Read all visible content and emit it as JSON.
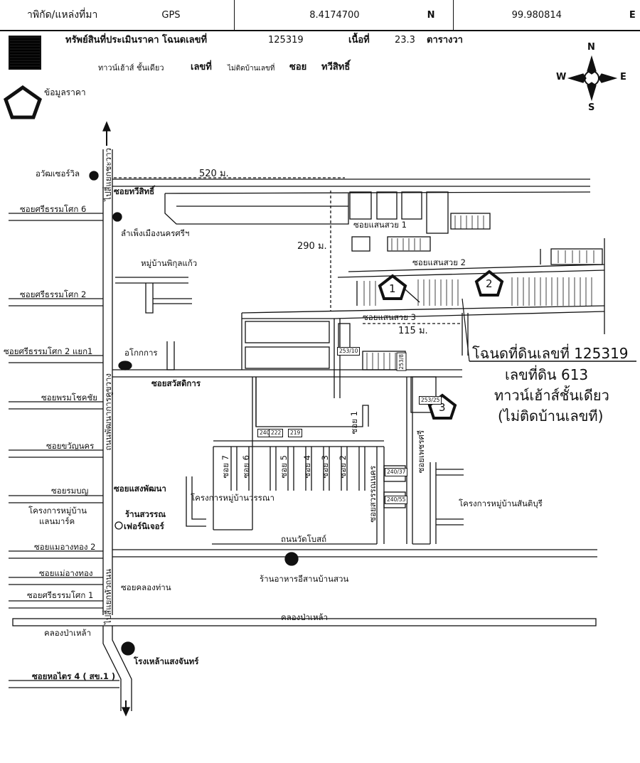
{
  "header": {
    "label": "าพิกัด/แหล่งที่มา",
    "source": "GPS",
    "lat": "8.4174700",
    "lat_dir": "N",
    "lon": "99.980814",
    "lon_dir": "E"
  },
  "property": {
    "title": "ทรัพย์สินที่ประเมินราคา โฉนดเลขที่",
    "deed_no": "125319",
    "area_label": "เนื้อที่",
    "area_value": "23.3",
    "area_unit": "ตารางวา",
    "type": "ทาวน์เฮ้าส์ ชั้นเดียว",
    "house_no_label": "เลขที่",
    "house_no_value": "ไม่ติดบ้านเลขที่",
    "soi_label": "ซอย",
    "soi_value": "ทวีสิทธิ์",
    "price_info": "ข้อมูลราคา"
  },
  "compass": {
    "n": "N",
    "s": "S",
    "e": "E",
    "w": "W"
  },
  "callout": {
    "line1": "โฉนดที่ดินเลขที่ 125319",
    "line2": "เลขที่ดิน 613",
    "line3": "ทาวน์เฮ้าส์ชั้นเดียว",
    "line4": "(ไม่ติดบ้านเลขที)"
  },
  "markers": [
    "1",
    "2",
    "3"
  ],
  "dimensions": {
    "d520": "520 ม.",
    "d290": "290 ม.",
    "d115": "115 ม."
  },
  "labels": {
    "chaweng": "อวัฒเซอร์วิล",
    "soi_thawi": "ซอยทวีสิทธิ์",
    "sri6": "ซอยศรีธรรมโศก 6",
    "wall": "ลำเพ็งเมืองนครศรีฯ",
    "phikul": "หมู่บ้านพิกุลแก้ว",
    "sri2": "ซอยศรีธรรมโศก 2",
    "sri2_1": "ซอยศรีธรรมโศก 2 แยก1",
    "okkan": "อโกกการ",
    "phrom": "ซอยพรมโชคชัย",
    "sawat": "ซอยสวัสดิการ",
    "khwan": "ซอยขวัญนคร",
    "romyen": "ซอยรมบญ",
    "saengphatthana": "ซอยแสงพัฒนา",
    "land_proj": "โครงการหมู่บ้าน",
    "landmark": "แลนมาร์ค",
    "furniture1": "ร้านสวรรณ",
    "furniture2": "เฟอร์นิเจอร์",
    "wanna": "โครงการหมู่บ้านวรรณา",
    "maeang2": "ซอยแมอางทอง 2",
    "maeang": "ซอยแม่อางทอง",
    "sri1": "ซอยศรีธรรมโศก 1",
    "khlong_than": "ซอยคลองท่าน",
    "khlong1": "คลองป่าเหล้า",
    "khlong2": "คลองป่าเหล้า",
    "factory": "โรงเหล้าแสงจันทร์",
    "hotrai": "ซอยหอไตร 4 ( สข.1 )",
    "saen1": "ซอยแสนสวย 1",
    "saen2": "ซอยแสนสวย 2",
    "saen3": "ซอยแสนสวย 3",
    "wat_road": "ถนนวัดโบสถ์",
    "restaurant": "ร้านอาหารอีสานบ้านสวน",
    "santiburi": "โครงการหมู่บ้านสันติบุรี",
    "phetkri": "ซอยเพชรศรี",
    "sawan": "ซอยสวรรณนคร",
    "main_road": "ถนนพัฒนาการคูขวาง",
    "main_road2": "ไปสี่แยกหัวถนน",
    "main_road_top": "ไปสี่แยกชะวาว",
    "soi1": "ซอย 1",
    "soi2": "ซอย 2",
    "soi3": "ซอย 3",
    "soi4": "ซอย 4",
    "soi5": "ซอย 5",
    "soi6": "ซอย 6",
    "soi7": "ซอย 7"
  },
  "lots": {
    "l240": "240",
    "l222": "222",
    "l219": "219",
    "l240_37": "240/37",
    "l240_55": "240/55",
    "l253_25": "253/25",
    "l253_10": "253/10",
    "l253_8": "253/8"
  }
}
